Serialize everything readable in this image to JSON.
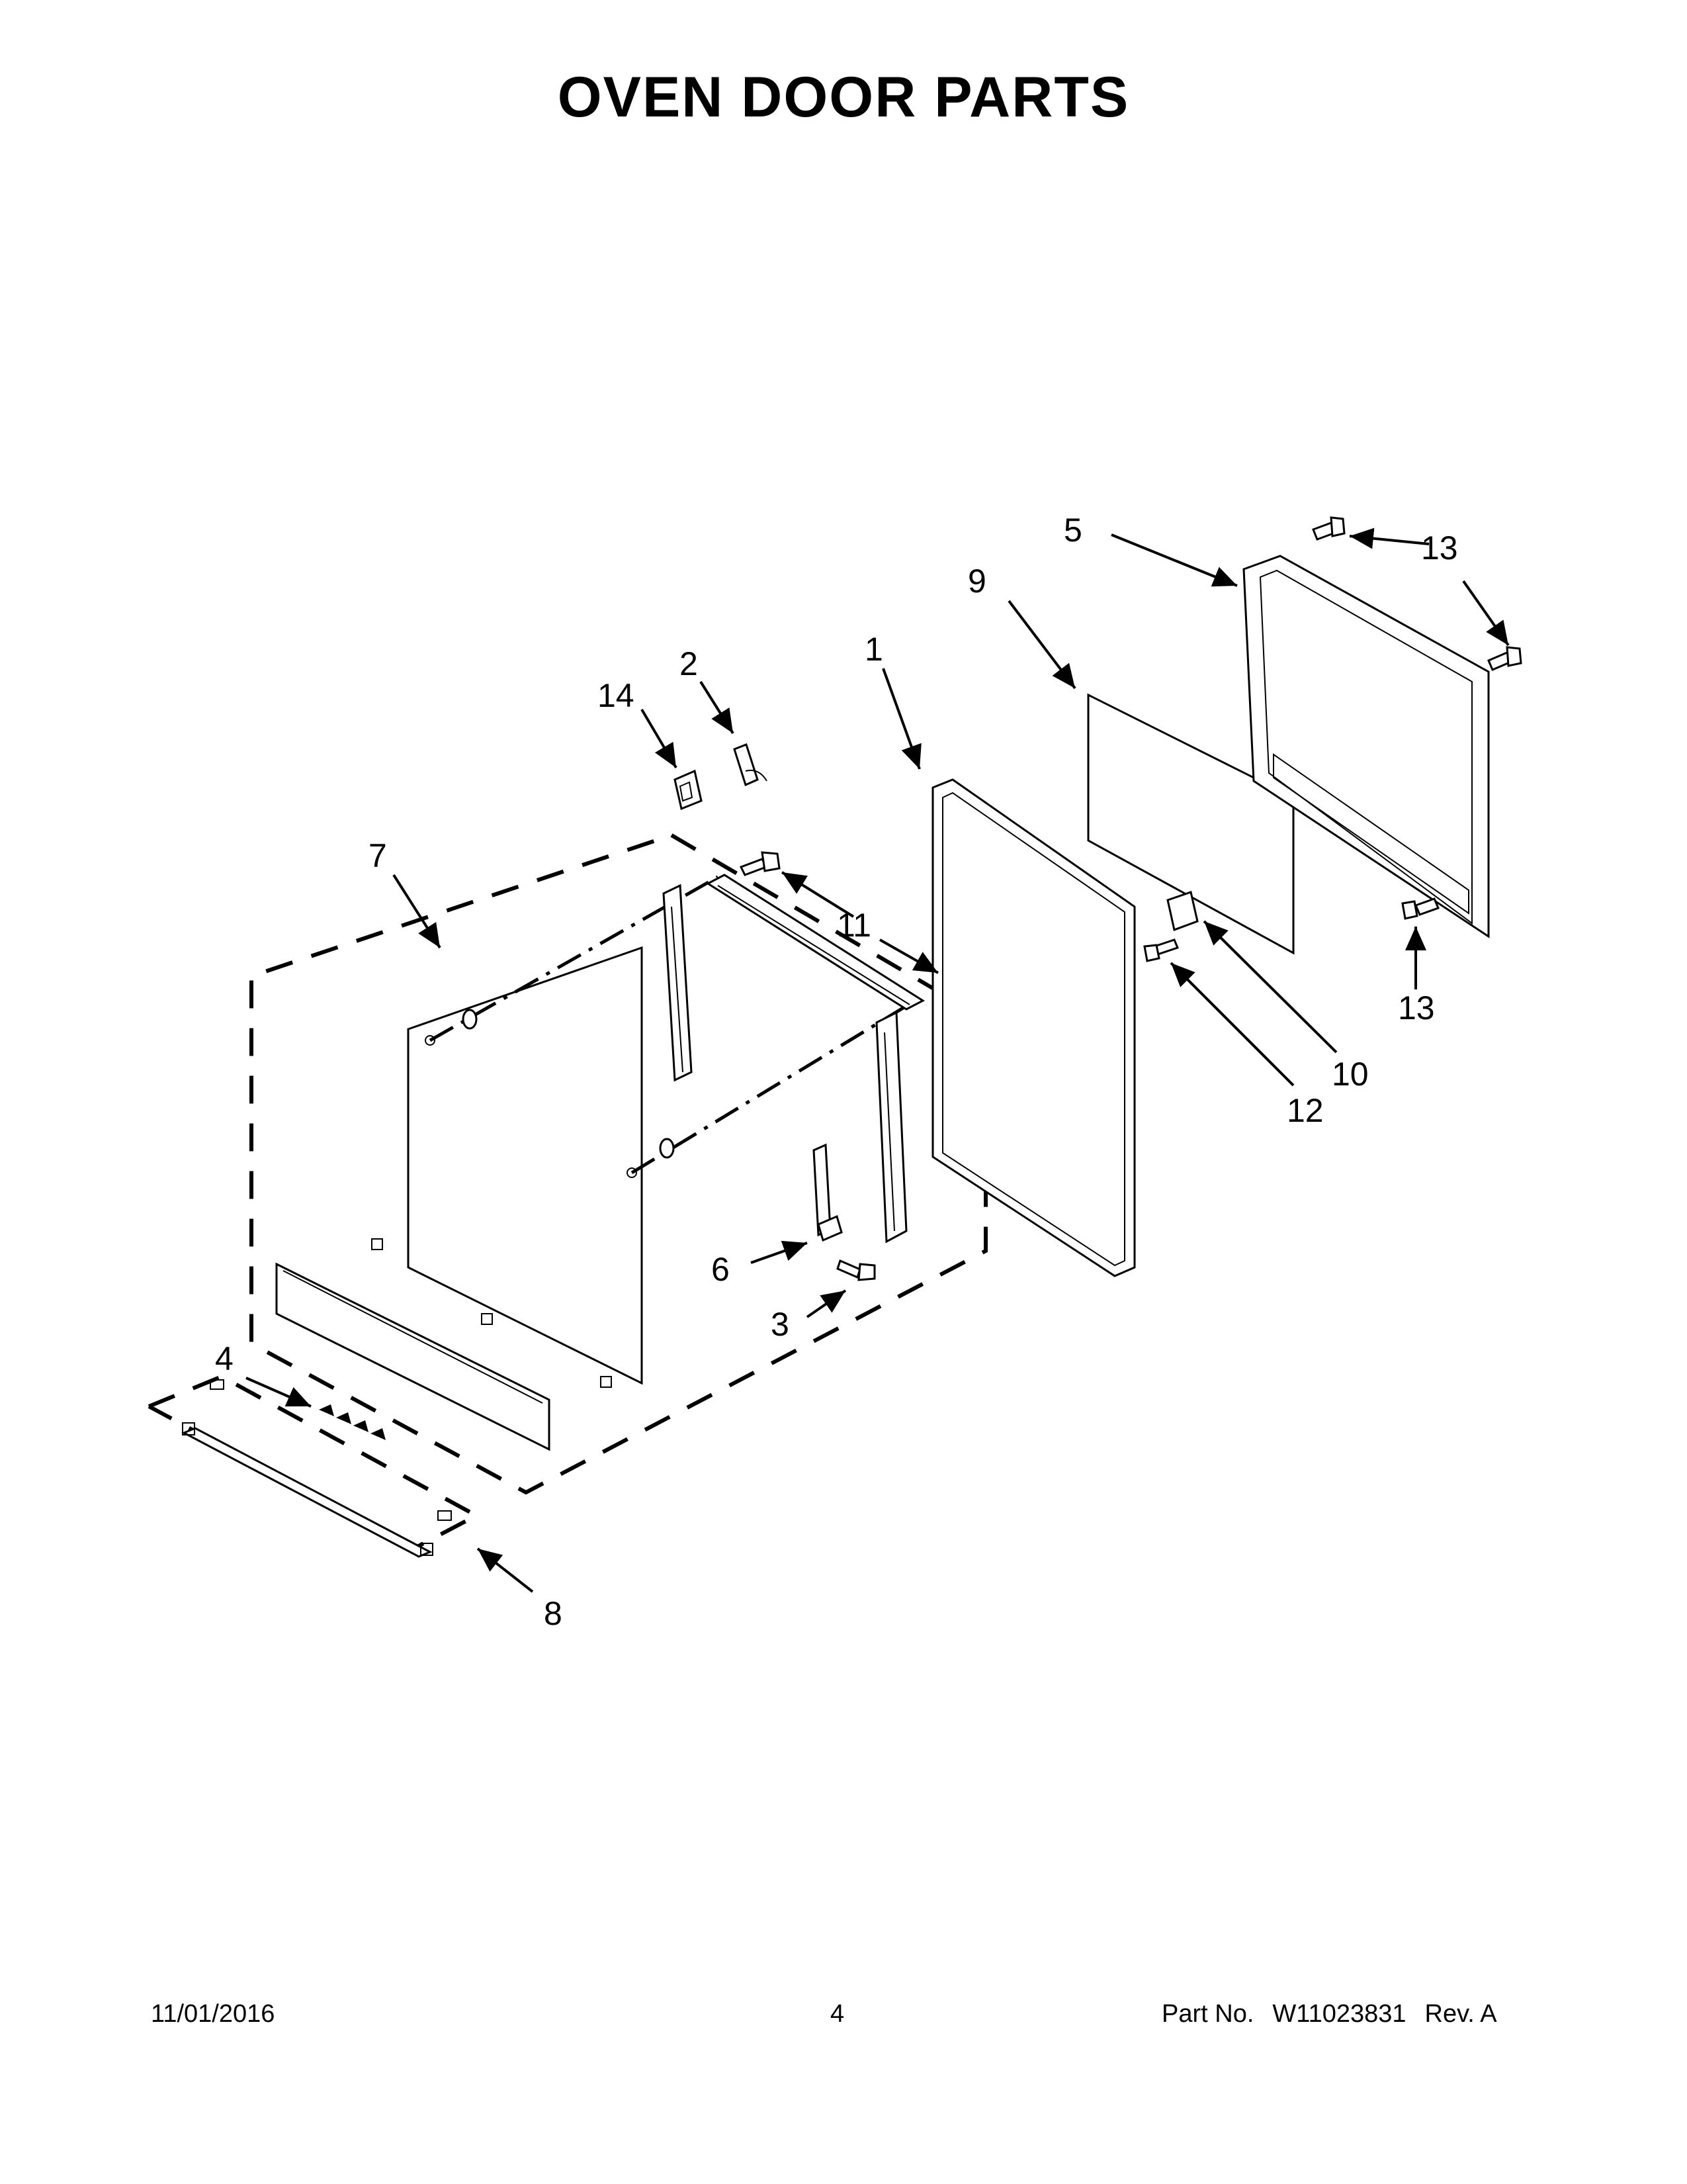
{
  "title": "OVEN DOOR PARTS",
  "callouts": {
    "c1": "1",
    "c2": "2",
    "c3": "3",
    "c4": "4",
    "c5": "5",
    "c6": "6",
    "c7": "7",
    "c8": "8",
    "c9": "9",
    "c10": "10",
    "c11": "11",
    "c12": "12",
    "c13a": "13",
    "c13b": "13",
    "c14": "14"
  },
  "footer": {
    "date": "11/01/2016",
    "page": "4",
    "part_label": "Part No.",
    "part_number": "W11023831",
    "revision": "Rev.  A"
  }
}
